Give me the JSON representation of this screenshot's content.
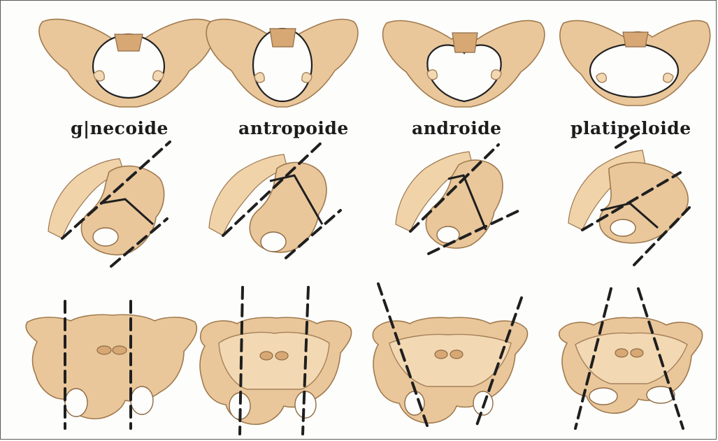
{
  "labels": {
    "gynecoid": "g|necoide",
    "anthropoid": "antropoide",
    "android": "androide",
    "platypelloid": "platipeloide"
  },
  "colors": {
    "bone": "#e9c79b",
    "bone_outline": "#a07a4e",
    "guide_line": "#1f1f1f",
    "background": "#fdfdfb"
  }
}
